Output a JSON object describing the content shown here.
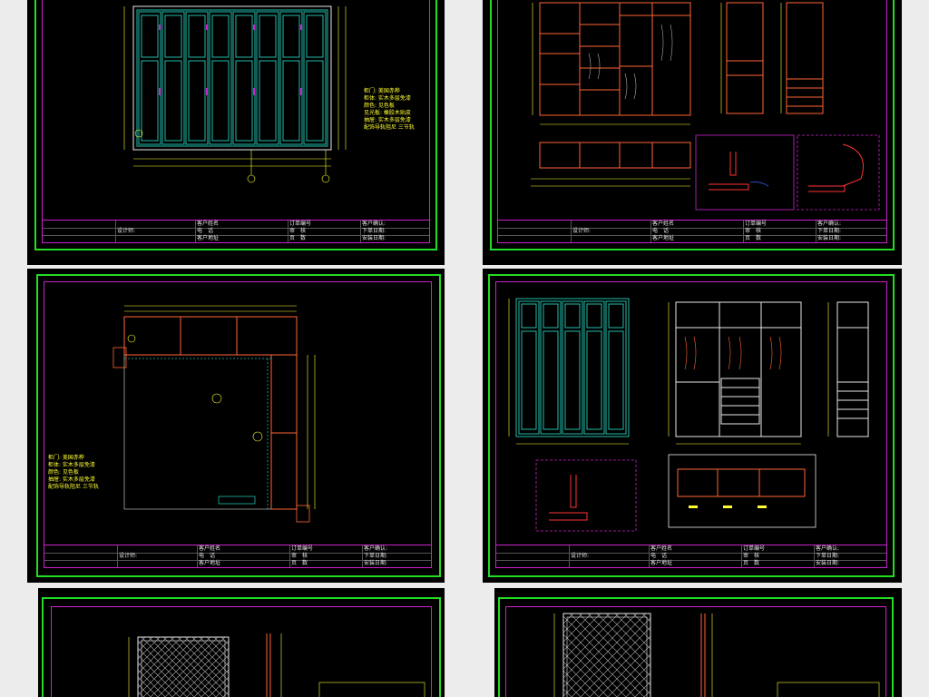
{
  "title_block": {
    "customer_name": "客户姓名",
    "phone": "电　话",
    "customer_address": "客户地址",
    "designer": "设计师:",
    "order_no": "订单编号",
    "review": "审　核",
    "page": "页　数",
    "customer_confirm": "客户确认:",
    "order_date": "下单日期:",
    "install_date": "安装日期:"
  },
  "material_notes": [
    "柜门: 美国赤桦",
    "柜体: 实木多层免漆",
    "颜色: 见色板",
    "见光板: 橡胶木贴皮",
    "抽屉: 实木多层免漆",
    "配饰导轨阻尼 三节轨"
  ],
  "material_notes_short": [
    "柜门: 美国赤桦",
    "柜体: 实木多层免漆",
    "颜色: 见色板",
    "抽屉: 实木多层免漆",
    "配饰导轨阻尼 三节轨"
  ],
  "colors": {
    "page_bg": "#ececec",
    "sheet_bg": "#000000",
    "frame": "#22dd22",
    "inner_border": "#cc22cc",
    "door_lines": "#22bbaa",
    "body_lines": "#e8e8e8",
    "dimension_lines": "#ffff33",
    "section_red": "#ff3333",
    "cabinet_body": "#ff6633",
    "blue_lines": "#3366ff"
  }
}
